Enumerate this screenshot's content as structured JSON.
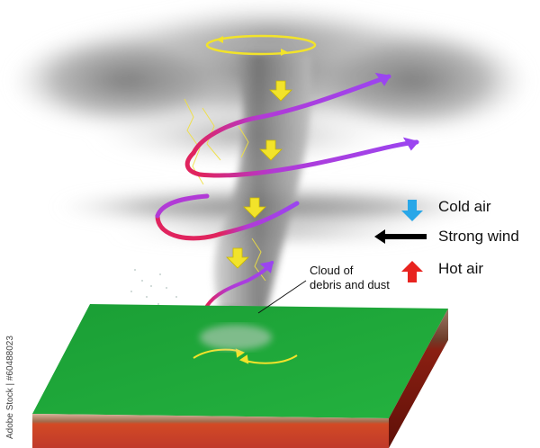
{
  "legend": {
    "items": [
      {
        "label": "Cold air",
        "color": "#29a7e8",
        "icon": "arrow-down-icon"
      },
      {
        "label": "Strong wind",
        "color": "#000000",
        "icon": "arrow-left-icon"
      },
      {
        "label": "Hot air",
        "color": "#e8231f",
        "icon": "arrow-up-icon"
      }
    ]
  },
  "annotation": {
    "line1": "Cloud of",
    "line2": "debris and dust"
  },
  "stock_id": "Adobe Stock | #60488023",
  "colors": {
    "ground_top": "#1fa63a",
    "ground_side_soil": "#b9876a",
    "ground_side_bottom": "#c0392b",
    "spiral_start": "#e0245e",
    "spiral_end": "#9b45f0",
    "cold_arrows": "#f2e32a"
  }
}
